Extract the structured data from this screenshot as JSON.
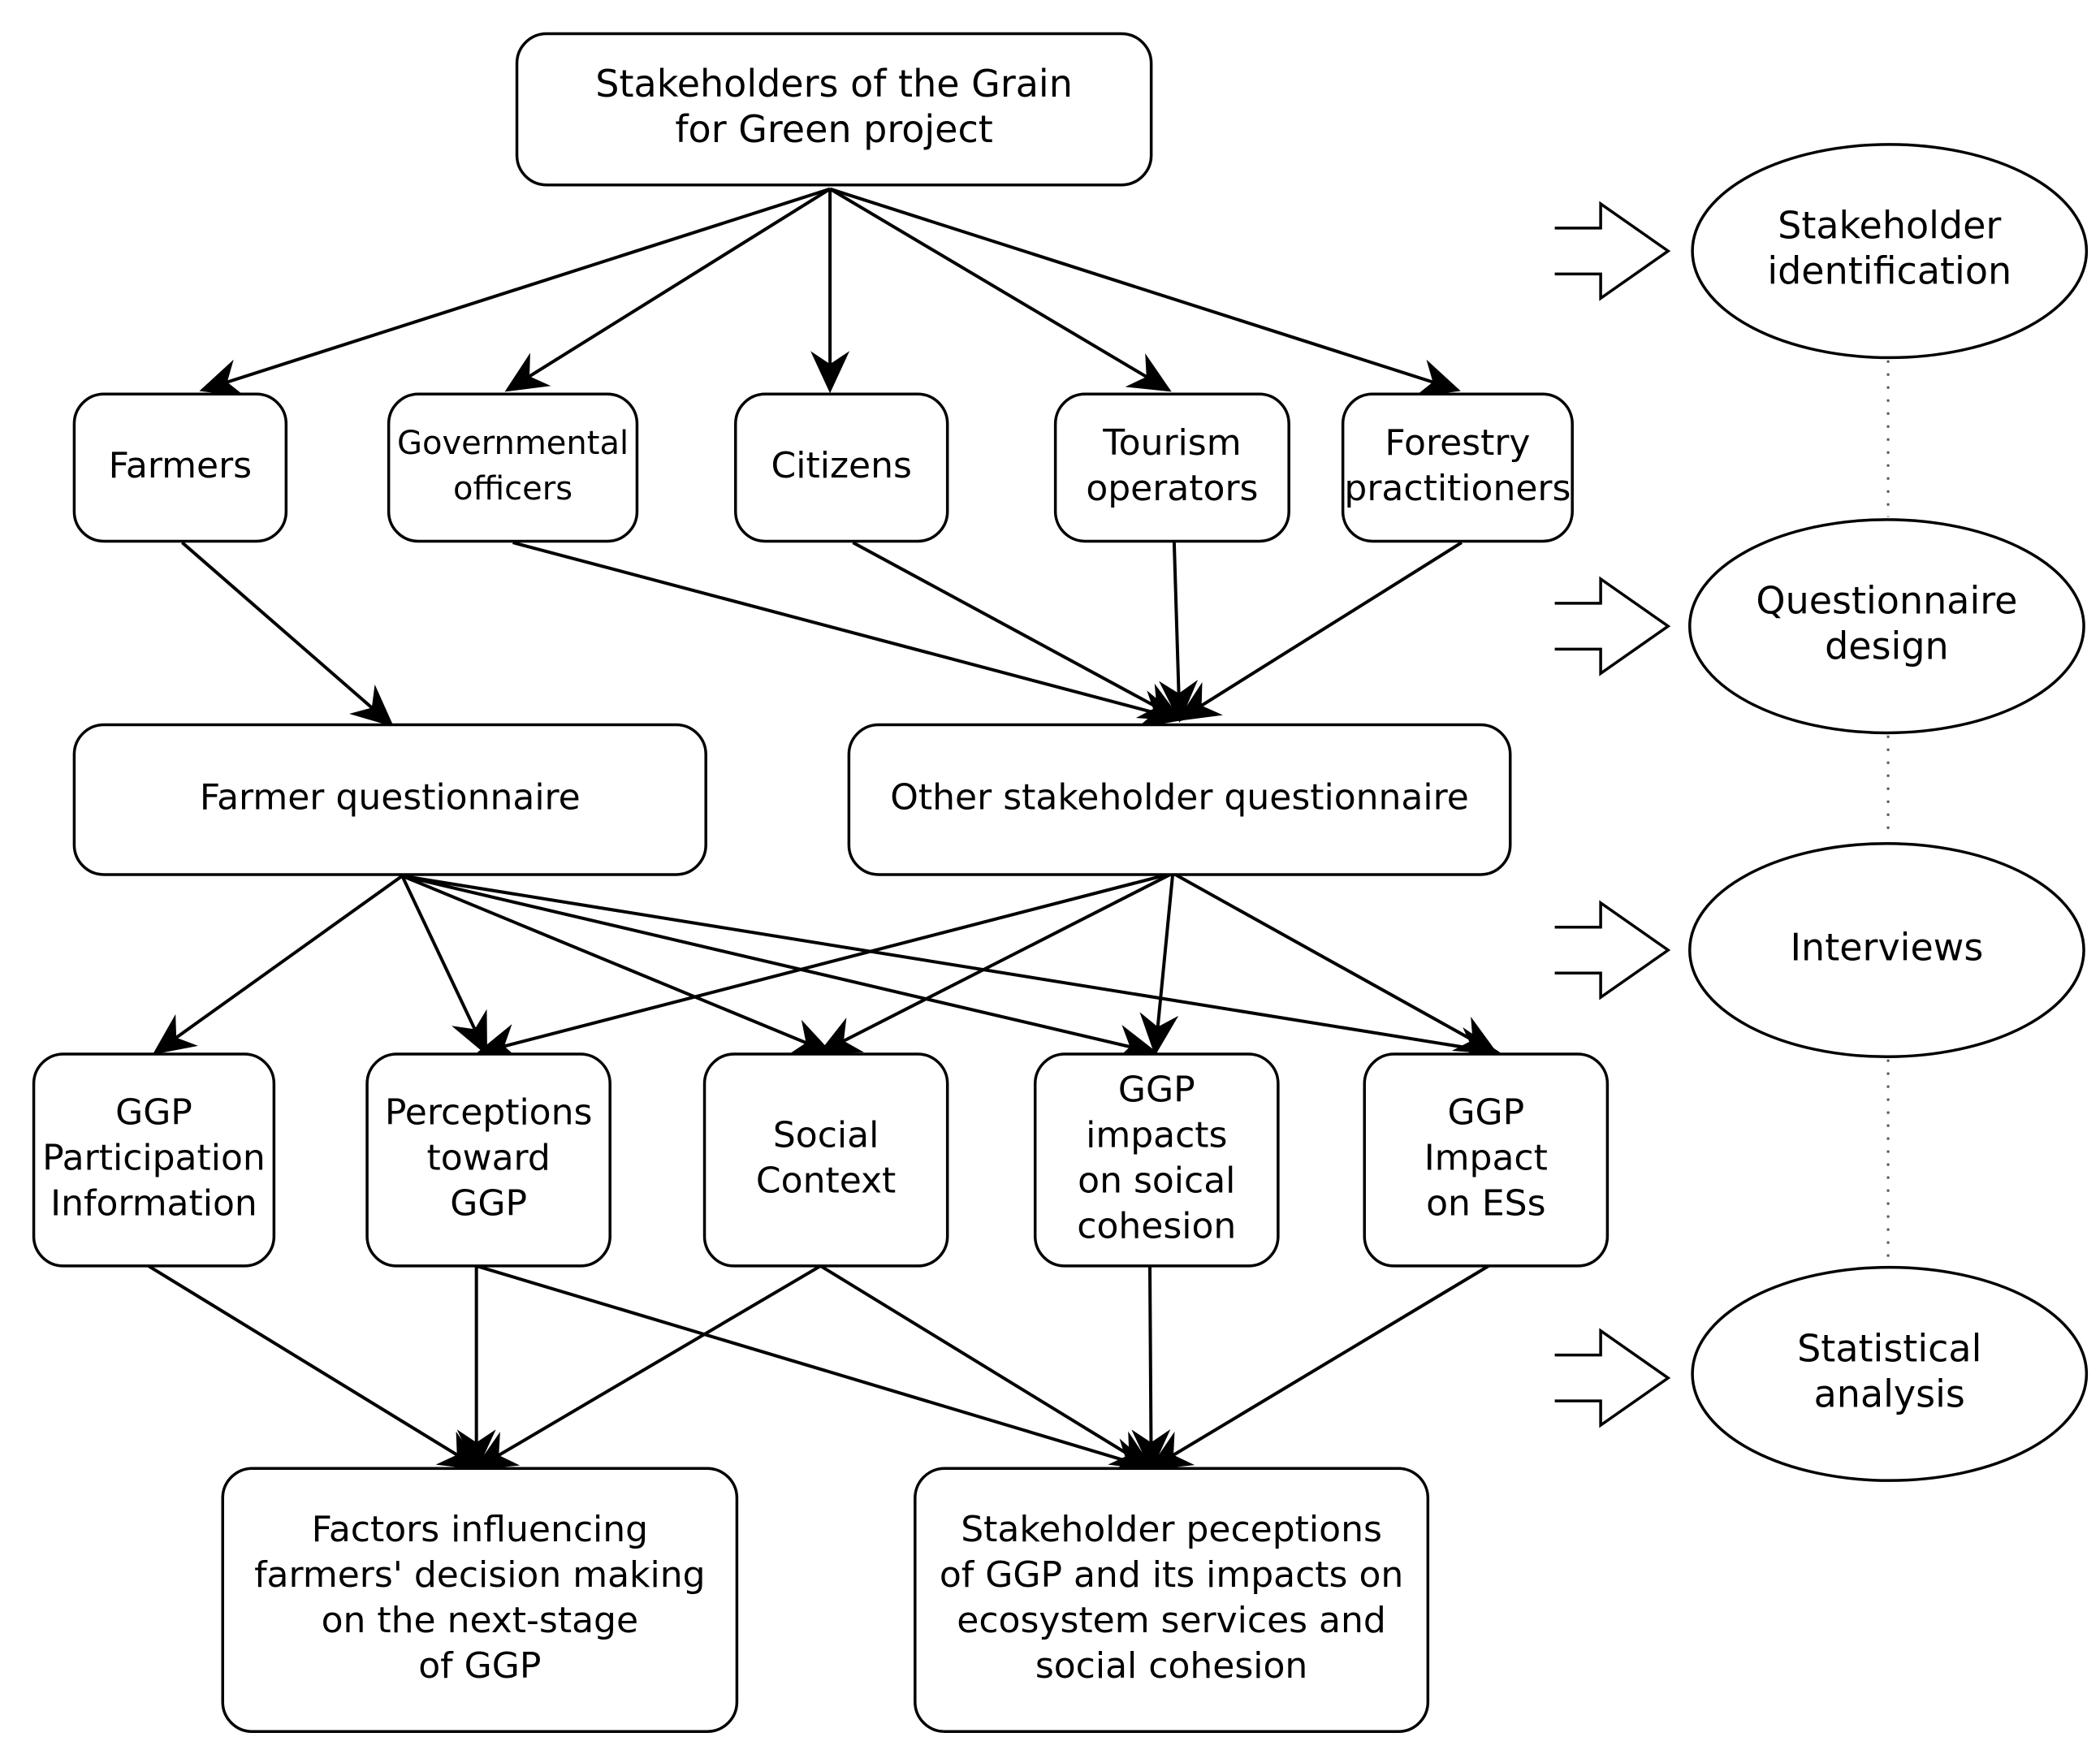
{
  "top_node": {
    "lines": [
      "Stakeholders of the Grain",
      "for Green project"
    ]
  },
  "stakeholders": [
    {
      "id": "farmers",
      "lines": [
        "Farmers"
      ]
    },
    {
      "id": "governmental-officers",
      "lines": [
        "Governmental",
        "officers"
      ]
    },
    {
      "id": "citizens",
      "lines": [
        "Citizens"
      ]
    },
    {
      "id": "tourism-operators",
      "lines": [
        "Tourism",
        "operators"
      ]
    },
    {
      "id": "forestry-practitioners",
      "lines": [
        "Forestry",
        "practitioners"
      ]
    }
  ],
  "questionnaires": [
    {
      "id": "farmer-questionnaire",
      "lines": [
        "Farmer questionnaire"
      ]
    },
    {
      "id": "other-stakeholder-questionnaire",
      "lines": [
        "Other stakeholder questionnaire"
      ]
    }
  ],
  "topics": [
    {
      "id": "ggp-participation-information",
      "lines": [
        "GGP",
        "Participation",
        "Information"
      ]
    },
    {
      "id": "perceptions-toward-ggp",
      "lines": [
        "Perceptions",
        "toward",
        "GGP"
      ]
    },
    {
      "id": "social-context",
      "lines": [
        "Social",
        "Context"
      ]
    },
    {
      "id": "ggp-impacts-on-social-cohesion",
      "lines": [
        "GGP",
        "impacts",
        "on soical",
        "cohesion"
      ]
    },
    {
      "id": "ggp-impact-on-ess",
      "lines": [
        "GGP",
        "Impact",
        "on ESs"
      ]
    }
  ],
  "outcomes": [
    {
      "id": "factors-influencing-decision",
      "lines": [
        "Factors influencing",
        "farmers' decision making",
        "on the next-stage",
        "of GGP"
      ]
    },
    {
      "id": "stakeholder-perceptions-outcome",
      "lines": [
        "Stakeholder peceptions",
        "of GGP and its impacts on",
        "ecosystem services and",
        "social cohesion"
      ]
    }
  ],
  "stages": [
    {
      "id": "stakeholder-identification",
      "lines": [
        "Stakeholder",
        "identification"
      ]
    },
    {
      "id": "questionnaire-design",
      "lines": [
        "Questionnaire",
        "design"
      ]
    },
    {
      "id": "interviews",
      "lines": [
        "Interviews"
      ]
    },
    {
      "id": "statistical-analysis",
      "lines": [
        "Statistical",
        "analysis"
      ]
    }
  ]
}
